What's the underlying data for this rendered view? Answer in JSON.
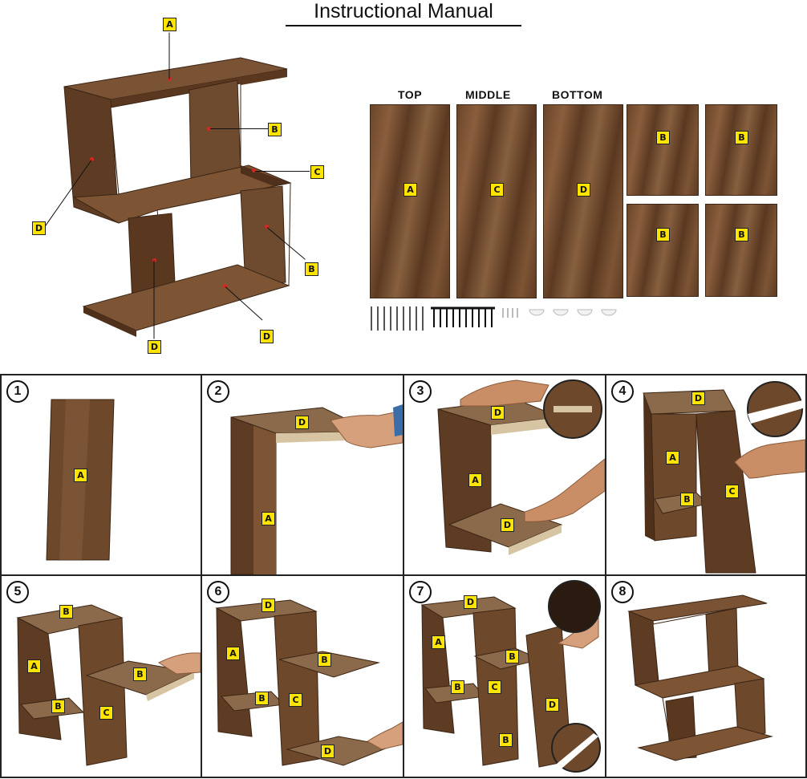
{
  "title": "Instructional Manual",
  "colors": {
    "wood": "#6b4529",
    "wood_dark": "#3b2515",
    "label_bg": "#ffe400",
    "pointer": "#d6281e"
  },
  "overview_labels": [
    "A",
    "B",
    "C",
    "D",
    "B",
    "D",
    "D"
  ],
  "parts": {
    "top_label": "TOP",
    "middle_label": "MIDDLE",
    "bottom_label": "BOTTOM",
    "boards": [
      "A",
      "C",
      "D",
      "B",
      "B",
      "B",
      "B"
    ]
  },
  "steps": [
    {
      "number": "1",
      "labels": [
        "A"
      ]
    },
    {
      "number": "2",
      "labels": [
        "D",
        "A"
      ]
    },
    {
      "number": "3",
      "labels": [
        "D",
        "A",
        "D"
      ]
    },
    {
      "number": "4",
      "labels": [
        "D",
        "A",
        "B",
        "C"
      ]
    },
    {
      "number": "5",
      "labels": [
        "B",
        "A",
        "B",
        "B",
        "C"
      ]
    },
    {
      "number": "6",
      "labels": [
        "D",
        "A",
        "B",
        "B",
        "C",
        "D"
      ]
    },
    {
      "number": "7",
      "labels": [
        "D",
        "A",
        "B",
        "B",
        "C",
        "D",
        "B"
      ]
    },
    {
      "number": "8",
      "labels": []
    }
  ]
}
